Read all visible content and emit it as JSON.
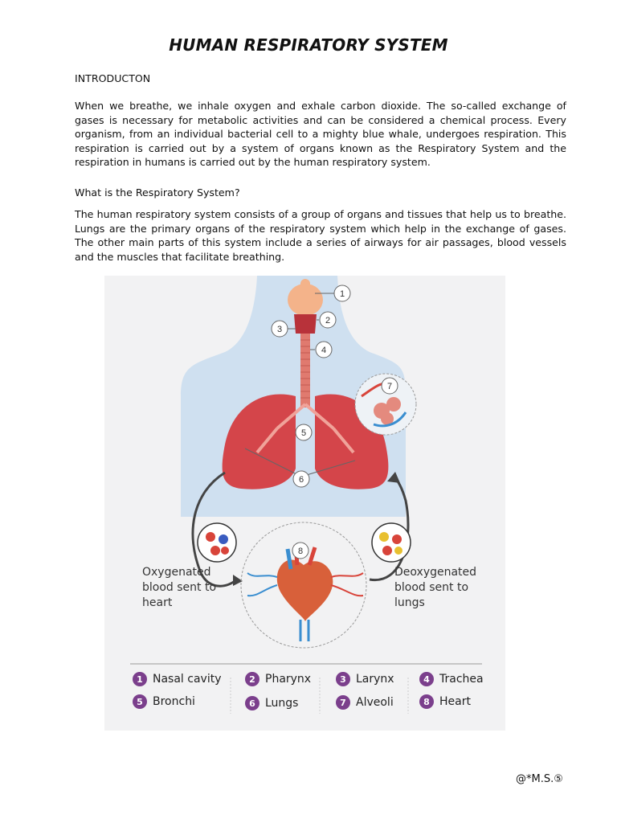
{
  "document": {
    "title": "HUMAN RESPIRATORY SYSTEM",
    "intro_heading": "INTRODUCTON",
    "paragraph1": "When we breathe, we inhale oxygen and exhale carbon dioxide. The so-called exchange of gases is necessary for metabolic activities and can be considered a chemical process. Every organism, from an individual bacterial cell to a mighty blue whale, undergoes respiration. This respiration is carried out by a system of organs known as the Respiratory System and the respiration in humans is carried out by the human respiratory system.",
    "question_heading": "What is the Respiratory System?",
    "paragraph2": "The human respiratory system consists of a group of organs and tissues that help us to breathe. Lungs are the primary organs of the respiratory system which help in the exchange of gases. The other main parts of this system include a series of airways for air passages, blood vessels and the muscles that facilitate breathing.",
    "footer": "@*M.S.⑤"
  },
  "figure": {
    "caption_left": "Oxygenated\nblood sent to\nheart",
    "caption_right": "Deoxygenated\nblood sent to\nlungs",
    "callouts": [
      "1",
      "2",
      "3",
      "4",
      "5",
      "6",
      "7",
      "8"
    ],
    "legend": [
      {
        "num": "1",
        "label": "Nasal cavity"
      },
      {
        "num": "2",
        "label": "Pharynx"
      },
      {
        "num": "3",
        "label": "Larynx"
      },
      {
        "num": "4",
        "label": "Trachea"
      },
      {
        "num": "5",
        "label": "Bronchi"
      },
      {
        "num": "6",
        "label": "Lungs"
      },
      {
        "num": "7",
        "label": "Alveoli"
      },
      {
        "num": "8",
        "label": "Heart"
      }
    ],
    "colors": {
      "body": "#cfe0f0",
      "lungs": "#d4454a",
      "nasal": "#f4b38a",
      "badge": "#7b3f8c",
      "artery": "#d8443a",
      "vein": "#3a8ed0"
    }
  }
}
